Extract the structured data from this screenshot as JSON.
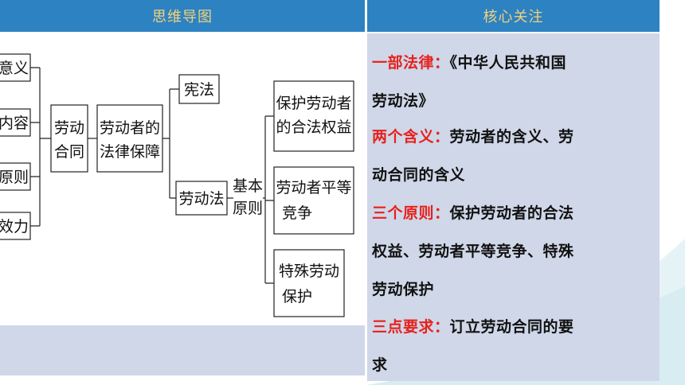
{
  "header": {
    "left_title": "思维导图",
    "right_title": "核心关注"
  },
  "mindmap": {
    "meaning": "意义",
    "content": "内容",
    "principle": "原则",
    "effect": "效力",
    "contract_1": "劳动",
    "contract_2": "合同",
    "guarantee_1": "劳动者的",
    "guarantee_2": "法律保障",
    "constitution": "宪法",
    "labor_law": "劳动法",
    "basic_1": "基本",
    "basic_2": "原则",
    "protect_1": "保护劳动者",
    "protect_2": "的合法权益",
    "equal_1": "劳动者平等",
    "equal_2": "竞争",
    "special_1": "特殊劳动",
    "special_2": "保护"
  },
  "focus": {
    "one_law_label": "一部法律：",
    "one_law_text": "《中华人民共和国",
    "one_law_text2": "劳动法》",
    "two_meanings_label": "两个含义：",
    "two_meanings_text": "劳动者的含义、劳",
    "two_meanings_text2": "动合同的含义",
    "three_principles_label": "三个原则：",
    "three_principles_text": "保护劳动者的合法",
    "three_principles_text2": "权益、劳动者平等竞争、特殊",
    "three_principles_text3": "劳动保护",
    "three_requirements_label": "三点要求：",
    "three_requirements_text": "订立劳动合同的要",
    "three_requirements_text2": "求"
  },
  "colors": {
    "header_bg": "#2d82c2",
    "header_text": "#f2d27a",
    "panel_bg": "#cfd7e8",
    "label_red": "#e8201c"
  }
}
